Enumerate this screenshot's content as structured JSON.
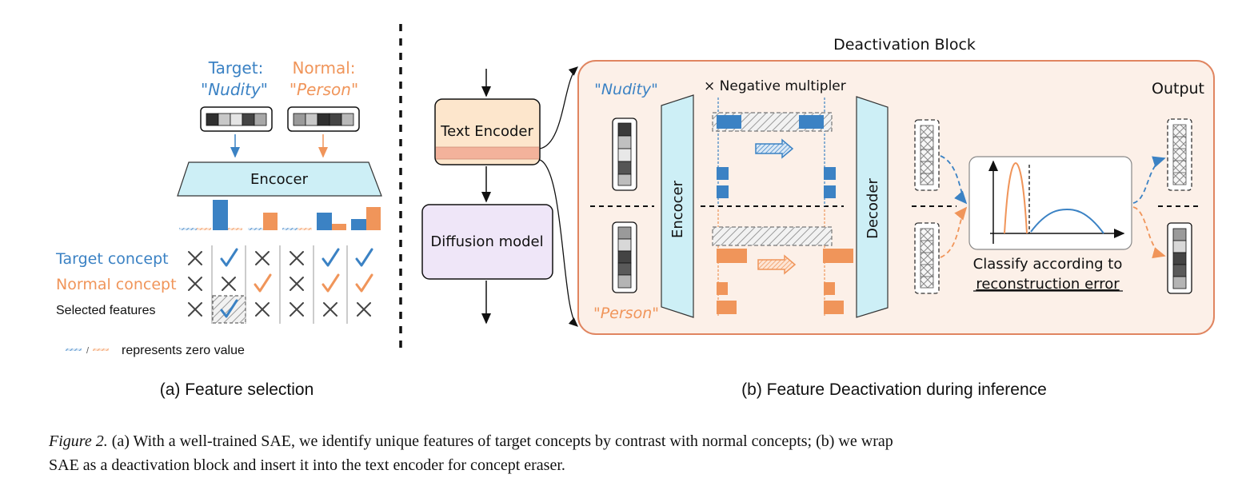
{
  "colors": {
    "blue": "#3b82c4",
    "orange": "#f0955a",
    "encoder_fill": "#cdeff6",
    "text_encoder_fill": "#fde6cc",
    "text_encoder_band": "#f3b29b",
    "diffusion_fill": "#efe6f8",
    "block_fill": "#fcf0e8",
    "block_border": "#e08560"
  },
  "panel_a": {
    "target_label": "Target:",
    "target_word": "\"Nudity\"",
    "normal_label": "Normal:",
    "normal_word": "\"Person\"",
    "encoder_label": "Encocer",
    "row_labels": [
      "Target concept",
      "Normal concept",
      "Selected features"
    ],
    "target_marks": [
      "cross",
      "check",
      "cross",
      "cross",
      "check",
      "check"
    ],
    "normal_marks": [
      "cross",
      "cross",
      "check",
      "cross",
      "check",
      "check"
    ],
    "selected_marks": [
      "cross",
      "check",
      "cross",
      "cross",
      "cross",
      "cross"
    ],
    "zero_legend_sep": "/",
    "zero_legend_text": "represents zero value",
    "caption": "(a) Feature selection"
  },
  "panel_b": {
    "block_title": "Deactivation Block",
    "text_encoder": "Text Encoder",
    "diffusion_model": "Diffusion model",
    "nudity_word": "\"Nudity\"",
    "person_word": "\"Person\"",
    "negative_multiplier": "× Negative multipler",
    "encoder_label": "Encocer",
    "decoder_label": "Decoder",
    "output_label": "Output",
    "classify_line1": "Classify according to",
    "classify_line2": "reconstruction error",
    "caption": "(b) Feature Deactivation during inference"
  },
  "figure_caption": {
    "label": "Figure 2.",
    "text_line1": " (a) With a well-trained SAE, we identify unique features of target concepts by contrast with normal concepts; (b) we wrap",
    "text_line2": "SAE as a deactivation block and insert it into the text encoder for concept eraser."
  }
}
